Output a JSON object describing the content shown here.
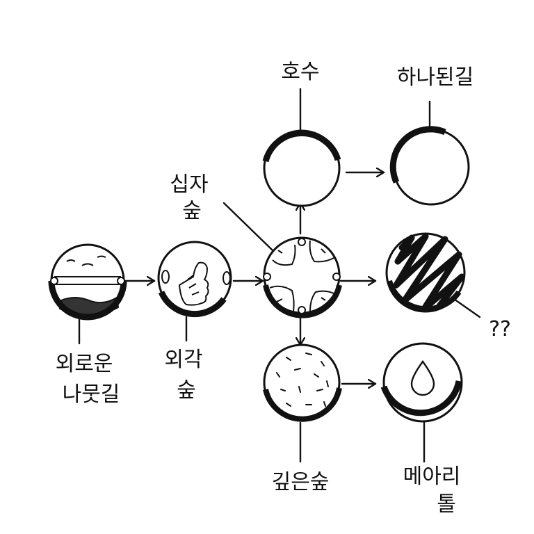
{
  "nodes": {
    "lonely_tree_path": {
      "label_line1": "외로운",
      "label_line2": "나뭇길",
      "icon": "tree-log-path-icon"
    },
    "edge_forest": {
      "label_line1": "외각",
      "label_line2": "숲",
      "icon": "hand-thumbs-up-icon"
    },
    "crossroad_forest": {
      "label_line1": "십자",
      "label_line2": "숲",
      "icon": "crossroads-icon"
    },
    "lake": {
      "label": "호수",
      "icon": "empty-circle-icon"
    },
    "united_path": {
      "label": "하나된길",
      "icon": "empty-circle-icon"
    },
    "unknown": {
      "label": "??",
      "icon": "scribble-unknown-icon"
    },
    "deep_forest": {
      "label": "깊은숲",
      "icon": "speckled-forest-icon"
    },
    "echo": {
      "label_line1": "메아리",
      "label_line2": "톨",
      "icon": "droplet-icon"
    }
  },
  "colors": {
    "ink": "#111111",
    "background": "#ffffff"
  }
}
